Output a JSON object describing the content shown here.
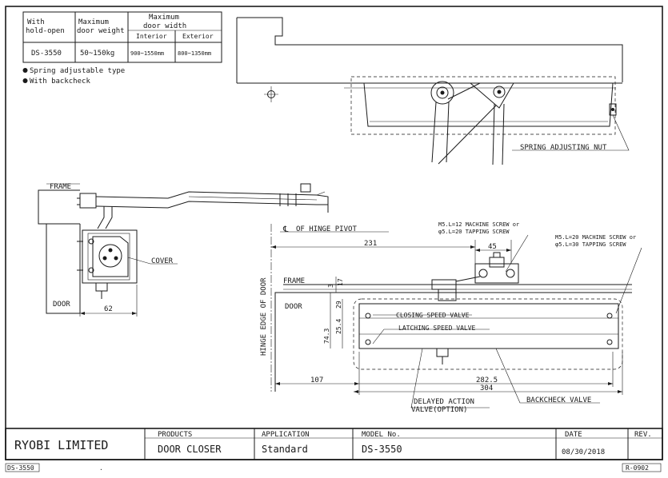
{
  "spec_table": {
    "h_with": "With",
    "h_hold_open": "hold-open",
    "h_max": "Maximum",
    "h_door_weight": "door weight",
    "h_max2": "Maximum",
    "h_door_width": "door width",
    "h_interior": "Interior",
    "h_exterior": "Exterior",
    "row_model": "DS-3550",
    "row_weight": "50~150kg",
    "row_interior": "900~1550mm",
    "row_exterior": "800~1350mm"
  },
  "features": [
    "Spring adjustable type",
    "With backcheck"
  ],
  "side_view": {
    "frame_label": "FRAME",
    "cover_label": "COVER",
    "door_label": "DOOR",
    "dim_62": "62"
  },
  "top_view": {
    "spring_nut_label": "SPRING ADJUSTING NUT"
  },
  "front_view": {
    "hinge_pivot_label": "OF HINGE PIVOT",
    "centerline_symbol": "℄",
    "hinge_edge_label": "HINGE EDGE OF DOOR",
    "frame_label": "FRAME",
    "door_label": "DOOR",
    "screw_note_1a": "M5.L=12 MACHINE SCREW or",
    "screw_note_1b": "φ5.L=20 TAPPING SCREW",
    "screw_note_2a": "M5.L=20 MACHINE SCREW or",
    "screw_note_2b": "φ5.L=30 TAPPING SCREW",
    "closing_valve": "CLOSING SPEED VALVE",
    "latching_valve": "LATCHING SPEED VALVE",
    "delayed_valve_a": "DELAYED ACTION",
    "delayed_valve_b": "VALVE(OPTION)",
    "backcheck_valve": "BACKCHECK VALVE",
    "dim_231": "231",
    "dim_45": "45",
    "dim_3": "3",
    "dim_17": "17",
    "dim_29": "29",
    "dim_25_4": "25.4",
    "dim_74_3": "74.3",
    "dim_107": "107",
    "dim_282_5": "282.5",
    "dim_304": "304"
  },
  "title_block": {
    "company": "RYOBI LIMITED",
    "h_products": "PRODUCTS",
    "h_application": "APPLICATION",
    "h_model": "MODEL No.",
    "h_date": "DATE",
    "h_rev": "REV.",
    "products": "DOOR CLOSER",
    "application": "Standard",
    "model": "DS-3550",
    "date": "08/30/2018",
    "rev": ""
  },
  "footer": {
    "left_code": "DS-3550",
    "dot": ".",
    "right_code": "R-0902"
  }
}
